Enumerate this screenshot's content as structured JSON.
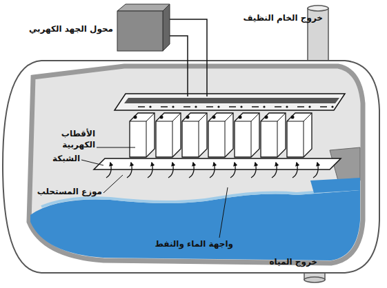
{
  "diagram": {
    "labels": [
      "محول الجهد الكهربي",
      "خروج الخام النظيف",
      "الأقطاب الكهربية",
      "الشبكة",
      "موزع المستحلب",
      "واجهة الماء والنفط",
      "خروج المياه"
    ]
  }
}
